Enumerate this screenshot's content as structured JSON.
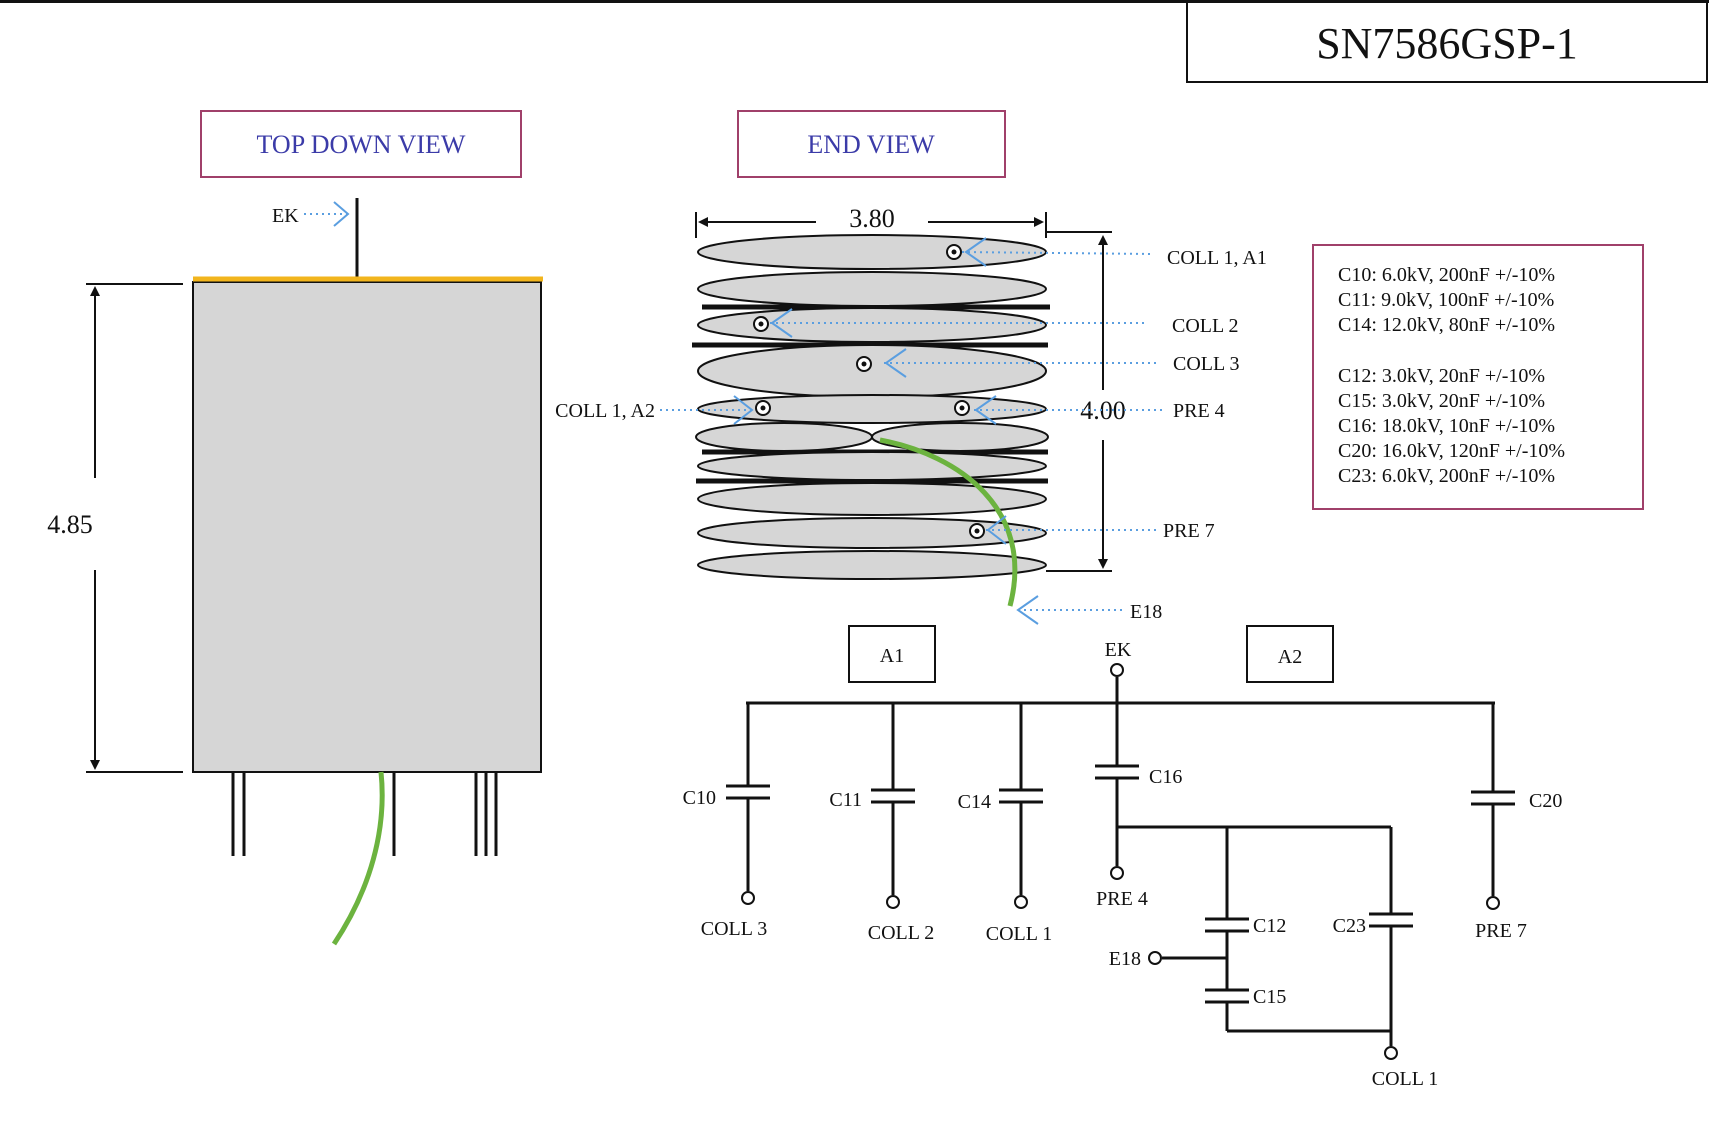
{
  "title": "SN7586GSP-1",
  "views": {
    "top_down": "TOP DOWN VIEW",
    "end": "END VIEW"
  },
  "dimensions": {
    "height": "4.85",
    "width": "3.80",
    "stack_height": "4.00"
  },
  "top_view": {
    "ek_label": "EK"
  },
  "end_view_labels": {
    "coll1_a1": "COLL 1, A1",
    "coll2": "COLL 2",
    "coll3": "COLL 3",
    "coll1_a2": "COLL 1, A2",
    "pre4": "PRE 4",
    "pre7": "PRE 7",
    "e18": "E18"
  },
  "specs": [
    "C10: 6.0kV, 200nF +/-10%",
    "C11: 9.0kV, 100nF +/-10%",
    "C14: 12.0kV, 80nF +/-10%",
    "C12: 3.0kV, 20nF +/-10%",
    "C15: 3.0kV, 20nF +/-10%",
    "C16: 18.0kV, 10nF +/-10%",
    "C20: 16.0kV, 120nF +/-10%",
    "C23: 6.0kV, 200nF +/-10%"
  ],
  "schematic": {
    "box_a1": "A1",
    "box_a2": "A2",
    "ek": "EK",
    "caps": {
      "c10": "C10",
      "c11": "C11",
      "c14": "C14",
      "c16": "C16",
      "c20": "C20",
      "c12": "C12",
      "c23": "C23",
      "c15": "C15"
    },
    "terminals": {
      "coll3": "COLL 3",
      "coll2": "COLL 2",
      "coll1": "COLL 1",
      "pre4": "PRE 4",
      "pre7": "PRE 7",
      "e18": "E18",
      "coll1_bottom": "COLL 1"
    }
  },
  "colors": {
    "view_box_border": "#a0406a",
    "view_text": "#3b3ba8",
    "body_fill": "#d6d6d6",
    "lead_green": "#6cb33f",
    "top_strip": "#f2b51d",
    "arrow_blue": "#5a9ee0"
  }
}
